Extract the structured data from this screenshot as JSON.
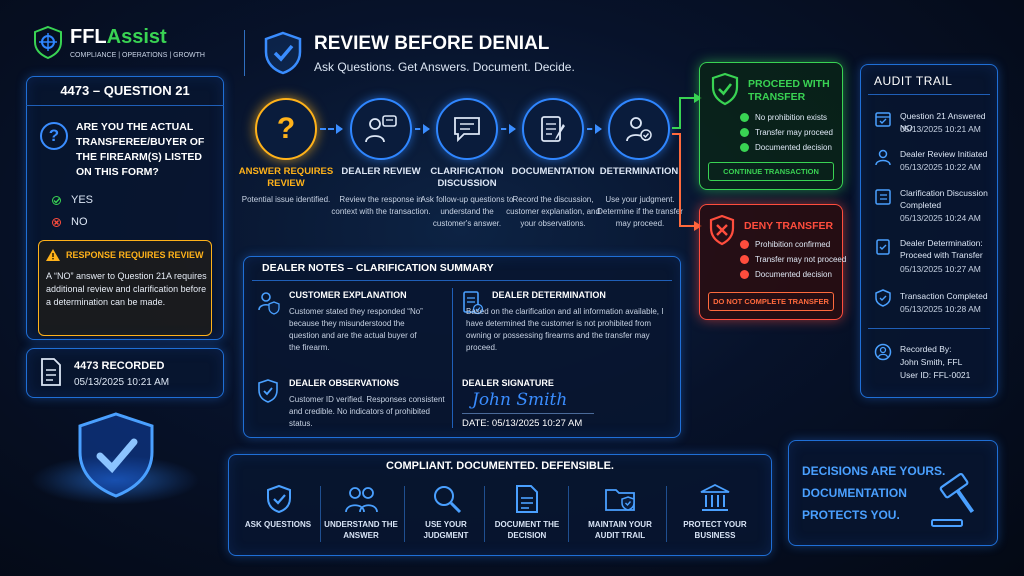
{
  "brand": {
    "name_a": "FFL",
    "name_b": "Assist",
    "tagline": "COMPLIANCE | OPERATIONS | GROWTH"
  },
  "header": {
    "title": "REVIEW BEFORE DENIAL",
    "subtitle": "Ask Questions. Get Answers. Document. Decide."
  },
  "question": {
    "title": "4473 – QUESTION 21",
    "text": "ARE YOU THE ACTUAL TRANSFEREE/BUYER OF THE FIREARM(S) LISTED ON THIS FORM?",
    "yes": "YES",
    "no": "NO",
    "warning_title": "RESPONSE REQUIRES REVIEW",
    "warning_text": "A “NO” answer to Question 21A requires additional review and clarification before a determination can be made."
  },
  "recorded": {
    "title": "4473 RECORDED",
    "date": "05/13/2025 10:21 AM"
  },
  "steps": [
    {
      "title": "ANSWER REQUIRES REVIEW",
      "desc": "Potential issue identified."
    },
    {
      "title": "DEALER REVIEW",
      "desc": "Review the response in context with the transaction."
    },
    {
      "title": "CLARIFICATION DISCUSSION",
      "desc": "Ask follow-up questions to understand the customer's answer."
    },
    {
      "title": "DOCUMENTATION",
      "desc": "Record the discussion, customer explanation, and your observations."
    },
    {
      "title": "DETERMINATION",
      "desc": "Use your judgment. Determine if the transfer may proceed."
    }
  ],
  "proceed": {
    "title": "PROCEED WITH TRANSFER",
    "items": [
      "No prohibition exists",
      "Transfer may proceed",
      "Documented decision"
    ],
    "button": "CONTINUE TRANSACTION"
  },
  "deny": {
    "title": "DENY TRANSFER",
    "items": [
      "Prohibition confirmed",
      "Transfer may not proceed",
      "Documented decision"
    ],
    "button": "DO NOT COMPLETE TRANSFER"
  },
  "notes": {
    "title": "DEALER NOTES – CLARIFICATION SUMMARY",
    "explanation_title": "CUSTOMER EXPLANATION",
    "explanation_text": "Customer stated they responded “No” because they misunderstood the question and are the actual buyer of the firearm.",
    "observations_title": "DEALER OBSERVATIONS",
    "observations_text": "Customer ID verified. Responses consistent and credible. No indicators of prohibited status.",
    "determination_title": "DEALER DETERMINATION",
    "determination_text": "Based on the clarification and all information available, I have determined the customer is not prohibited from owning or possessing firearms and the transfer may proceed.",
    "signature_label": "DEALER SIGNATURE",
    "signature": "John Smith",
    "date": "DATE: 05/13/2025 10:27 AM"
  },
  "audit": {
    "title": "AUDIT TRAIL",
    "items": [
      {
        "label": "Question 21 Answered NO",
        "time": "05/13/2025 10:21 AM"
      },
      {
        "label": "Dealer Review Initiated",
        "time": "05/13/2025 10:22 AM"
      },
      {
        "label": "Clarification Discussion Completed",
        "time": "05/13/2025 10:24 AM"
      },
      {
        "label": "Dealer Determination: Proceed with Transfer",
        "time": "05/13/2025 10:27 AM"
      },
      {
        "label": "Transaction Completed",
        "time": "05/13/2025 10:28 AM"
      }
    ],
    "recorded_by_label": "Recorded By:",
    "recorded_by_name": "John Smith, FFL",
    "user_id": "User ID: FFL-0021"
  },
  "bottom": {
    "title": "COMPLIANT. DOCUMENTED. DEFENSIBLE.",
    "items": [
      "ASK QUESTIONS",
      "UNDERSTAND THE ANSWER",
      "USE YOUR JUDGMENT",
      "DOCUMENT THE DECISION",
      "MAINTAIN YOUR AUDIT TRAIL",
      "PROTECT YOUR BUSINESS"
    ]
  },
  "slogan": {
    "line1": "DECISIONS ARE YOURS.",
    "line2": "DOCUMENTATION",
    "line3": "PROTECTS YOU."
  },
  "colors": {
    "accent": "#2f86ff",
    "green": "#39d353",
    "red": "#ff4d3d",
    "amber": "#ffb21a"
  }
}
